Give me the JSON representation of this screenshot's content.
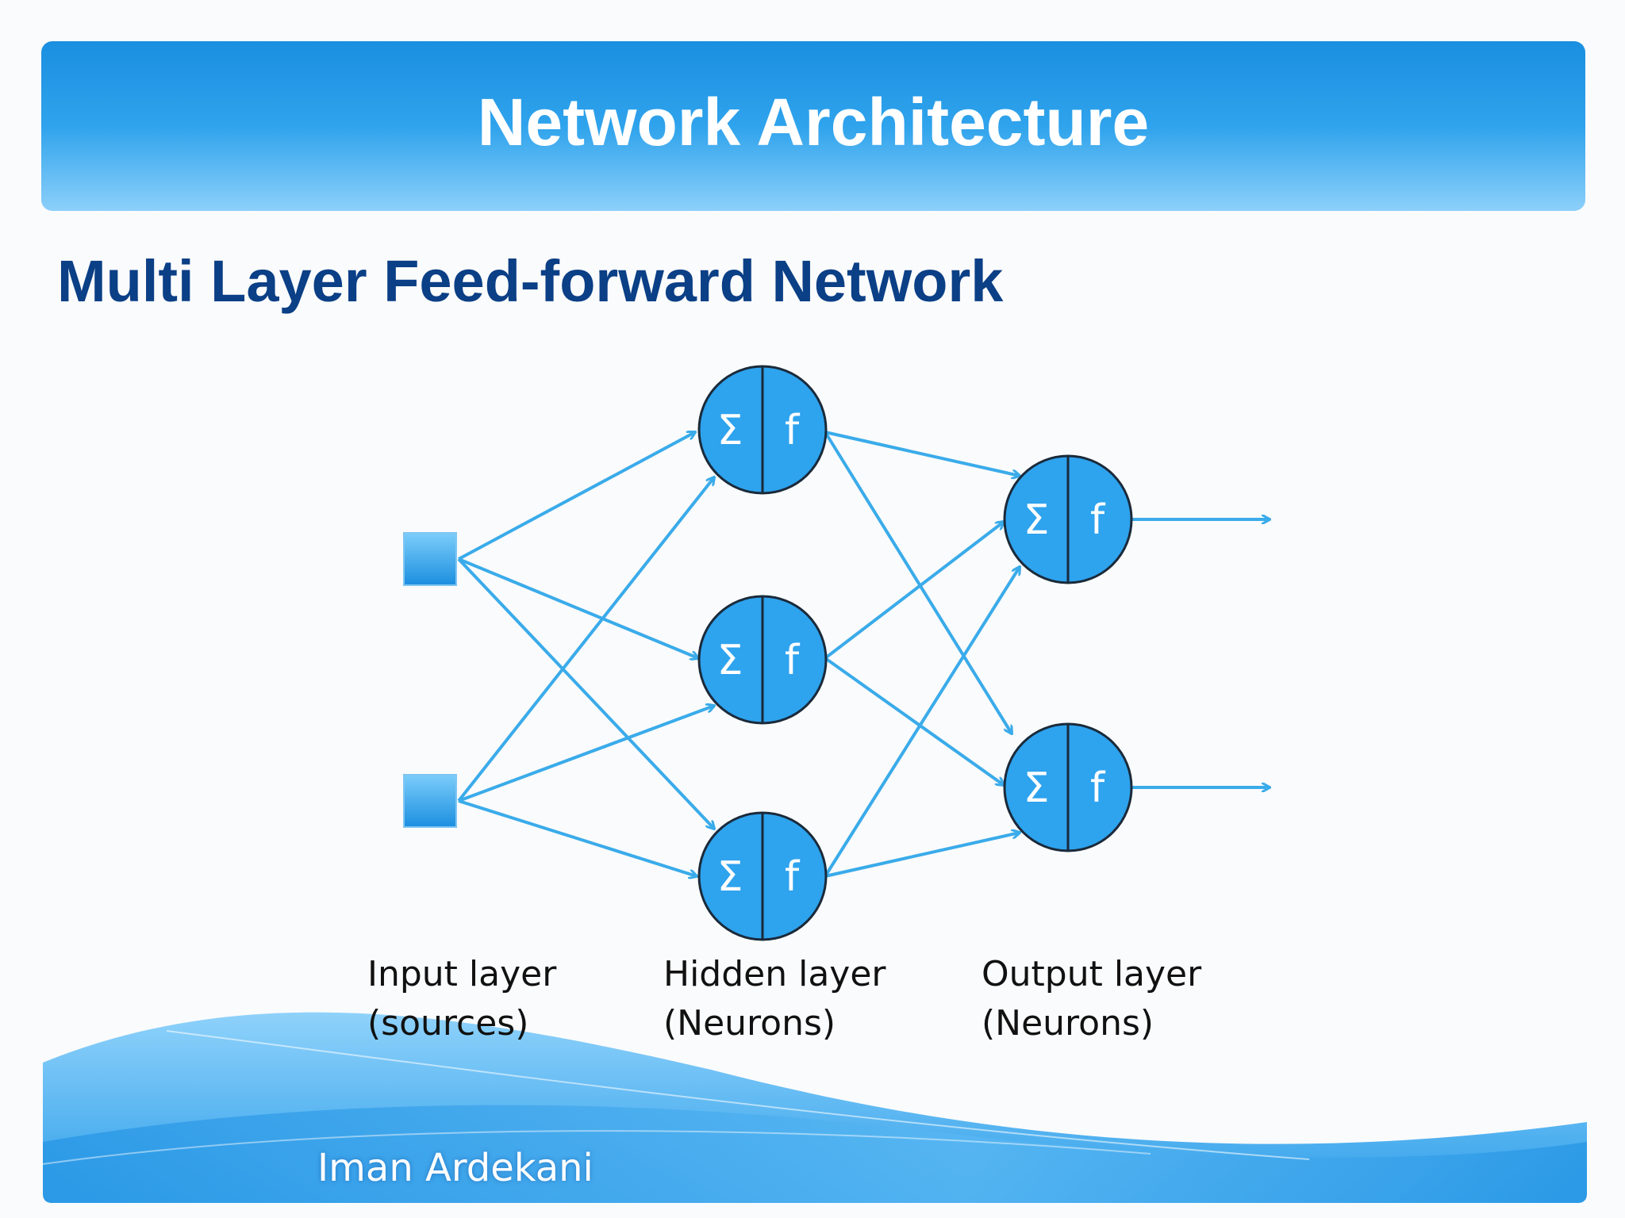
{
  "slide": {
    "title": "Network Architecture",
    "subtitle": "Multi Layer Feed-forward Network",
    "author": "Iman Ardekani"
  },
  "colors": {
    "header_top": "#1a8fe0",
    "header_bottom": "#8cd0fa",
    "subtitle": "#0b3f86",
    "arrow": "#3aabea",
    "neuron_fill": "#2ea3ee",
    "neuron_stroke": "#1a2a3a",
    "source_fill": "#45b3f5"
  },
  "diagram": {
    "neuron_sum_symbol": "Σ",
    "neuron_activation_symbol": "f",
    "labels": {
      "input": {
        "line1": "Input layer",
        "line2": "(sources)"
      },
      "hidden": {
        "line1": "Hidden layer",
        "line2": "(Neurons)"
      },
      "output": {
        "line1": "Output layer",
        "line2": "(Neurons)"
      }
    },
    "layers": {
      "input_count": 2,
      "hidden_count": 3,
      "output_count": 2
    }
  }
}
